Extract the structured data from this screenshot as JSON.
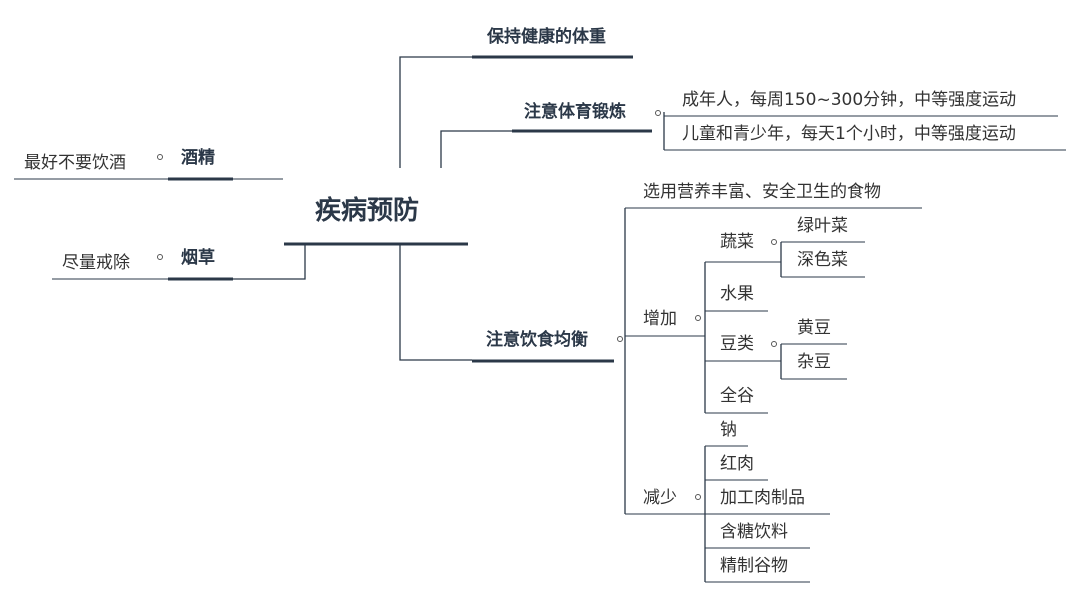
{
  "colors": {
    "line": "#2b3848",
    "text": "#333333",
    "bold": "#2b3848"
  },
  "root": {
    "label": "疾病预防"
  },
  "branches": {
    "weight": {
      "label": "保持健康的体重"
    },
    "exercise": {
      "label": "注意体育锻炼",
      "children": [
        "成年人，每周150~300分钟，中等强度运动",
        "儿童和青少年，每天1个小时，中等强度运动"
      ]
    },
    "alcohol": {
      "label": "酒精",
      "children": [
        "最好不要饮酒"
      ]
    },
    "tobacco": {
      "label": "烟草",
      "children": [
        "尽量戒除"
      ]
    },
    "diet": {
      "label": "注意饮食均衡",
      "choose": "选用营养丰富、安全卫生的食物",
      "increase": {
        "label": "增加",
        "vegetables": {
          "label": "蔬菜",
          "children": [
            "绿叶菜",
            "深色菜"
          ]
        },
        "fruit": "水果",
        "beans": {
          "label": "豆类",
          "children": [
            "黄豆",
            "杂豆"
          ]
        },
        "grains": "全谷"
      },
      "decrease": {
        "label": "减少",
        "children": [
          "钠",
          "红肉",
          "加工肉制品",
          "含糖饮料",
          "精制谷物"
        ]
      }
    }
  }
}
